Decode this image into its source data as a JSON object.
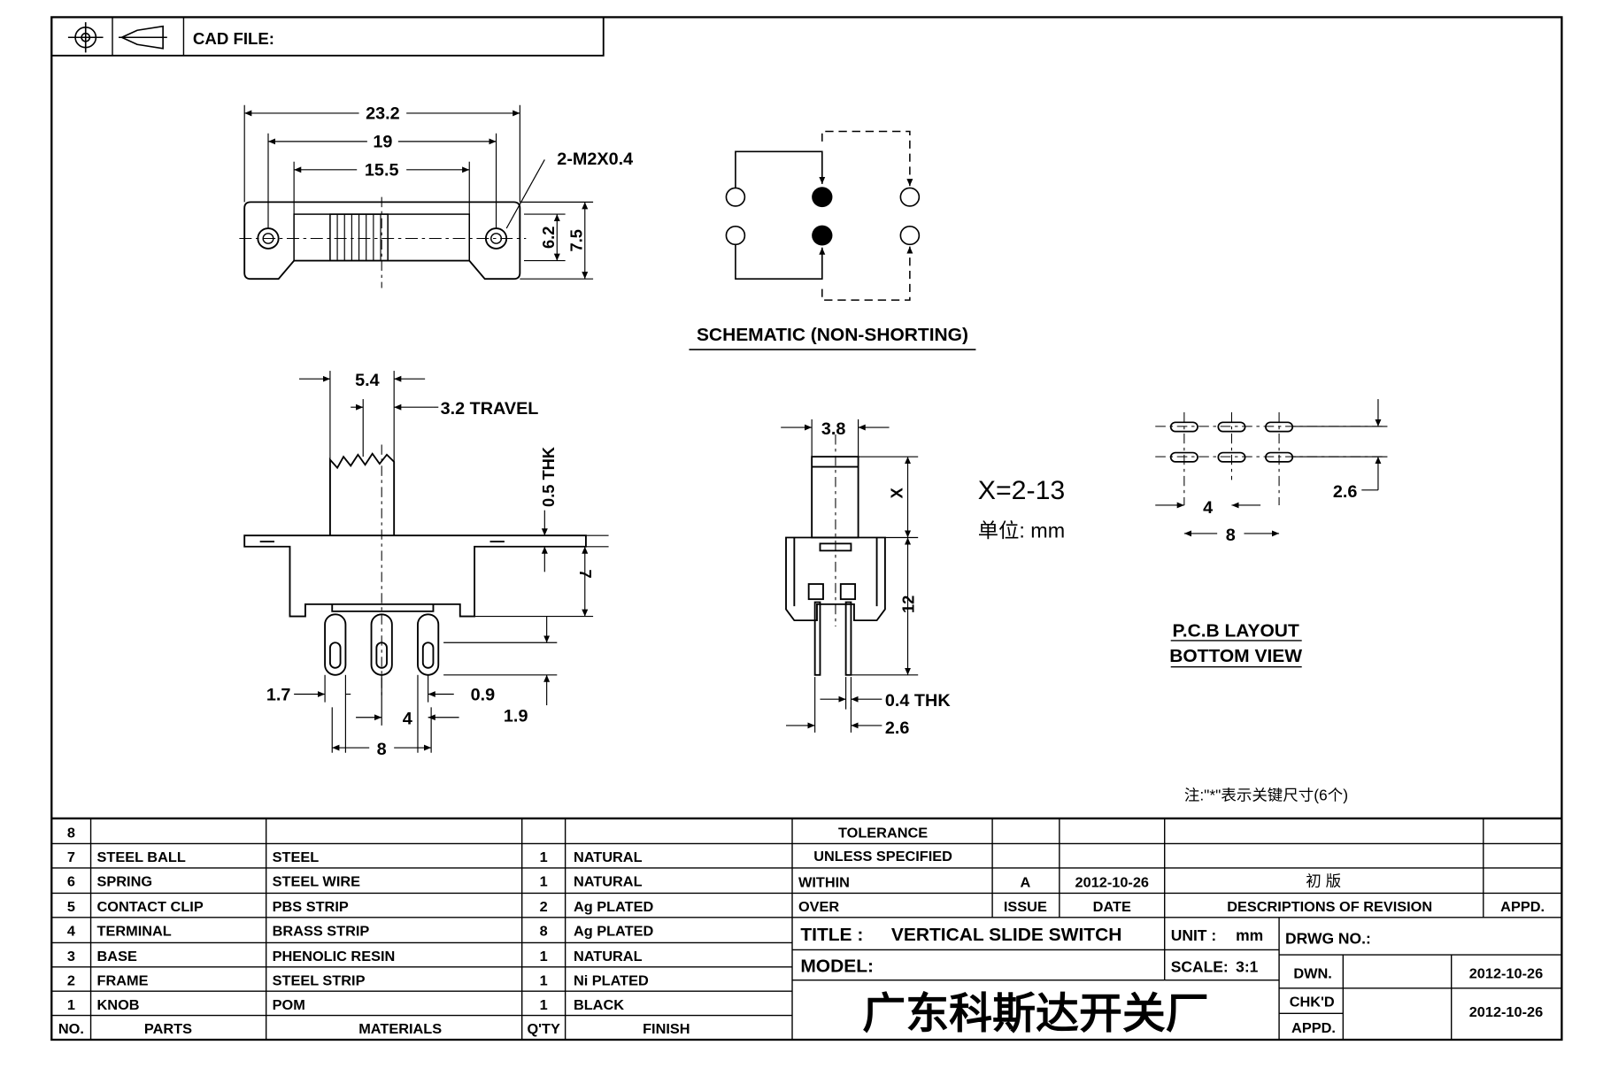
{
  "header": {
    "cad_file_label": "CAD FILE:"
  },
  "top_view": {
    "dim_overall": "23.2",
    "dim_hole_pitch": "19",
    "dim_inner": "15.5",
    "dim_screw": "2-M2X0.4",
    "dim_inner_height": "6.2",
    "dim_outer_height": "7.5"
  },
  "schematic": {
    "caption": "SCHEMATIC (NON-SHORTING)"
  },
  "side_view": {
    "dim_knob": "5.4",
    "dim_travel": "3.2 TRAVEL",
    "dim_thk": "0.5 THK",
    "dim_body_h": "7",
    "dim_pin_w": "1.7",
    "dim_pin_gap": "0.9",
    "dim_pin_pitch": "4",
    "dim_pin_len": "1.9",
    "dim_span": "8"
  },
  "end_view": {
    "dim_width": "3.8",
    "dim_x": "X",
    "dim_height": "12",
    "dim_thk": "0.4 THK",
    "dim_pin_span": "2.6"
  },
  "x_note": {
    "formula": "X=2-13",
    "unit": "单位: mm"
  },
  "pcb": {
    "dim_row": "2.6",
    "dim_pitch": "4",
    "dim_span": "8",
    "caption_line1": "P.C.B LAYOUT",
    "caption_line2": "BOTTOM VIEW"
  },
  "footnote": "注:\"*\"表示关键尺寸(6个)",
  "bom": {
    "headers": {
      "no": "NO.",
      "parts": "PARTS",
      "materials": "MATERIALS",
      "qty": "Q'TY",
      "finish": "FINISH"
    },
    "rows": [
      {
        "no": "8",
        "part": "",
        "material": "",
        "qty": "",
        "finish": ""
      },
      {
        "no": "7",
        "part": "STEEL BALL",
        "material": "STEEL",
        "qty": "1",
        "finish": "NATURAL"
      },
      {
        "no": "6",
        "part": "SPRING",
        "material": "STEEL WIRE",
        "qty": "1",
        "finish": "NATURAL"
      },
      {
        "no": "5",
        "part": "CONTACT CLIP",
        "material": "PBS STRIP",
        "qty": "2",
        "finish": "Ag PLATED"
      },
      {
        "no": "4",
        "part": "TERMINAL",
        "material": "BRASS STRIP",
        "qty": "8",
        "finish": "Ag PLATED"
      },
      {
        "no": "3",
        "part": "BASE",
        "material": "PHENOLIC RESIN",
        "qty": "1",
        "finish": "NATURAL"
      },
      {
        "no": "2",
        "part": "FRAME",
        "material": "STEEL STRIP",
        "qty": "1",
        "finish": "Ni PLATED"
      },
      {
        "no": "1",
        "part": "KNOB",
        "material": "POM",
        "qty": "1",
        "finish": "BLACK"
      }
    ]
  },
  "title_block": {
    "tolerance": "TOLERANCE",
    "unless_specified": "UNLESS   SPECIFIED",
    "within": "WITHIN",
    "over": "OVER",
    "rev": "A",
    "rev_date": "2012-10-26",
    "rev_desc": "初  版",
    "issue_label": "ISSUE",
    "date_label": "DATE",
    "desc_label": "DESCRIPTIONS OF REVISION",
    "appd_label": "APPD.",
    "title_label": "TITLE :",
    "title_value": "VERTICAL SLIDE SWITCH",
    "unit_label": "UNIT :",
    "unit_value": "mm",
    "drwg_label": "DRWG NO.:",
    "model_label": "MODEL:",
    "scale_label": "SCALE:",
    "scale_value": "3:1",
    "dwn_label": "DWN.",
    "dwn_date": "2012-10-26",
    "chkd_label": "CHK'D",
    "chkd_date": "2012-10-26",
    "appd2_label": "APPD.",
    "company": "广东科斯达开关厂"
  }
}
